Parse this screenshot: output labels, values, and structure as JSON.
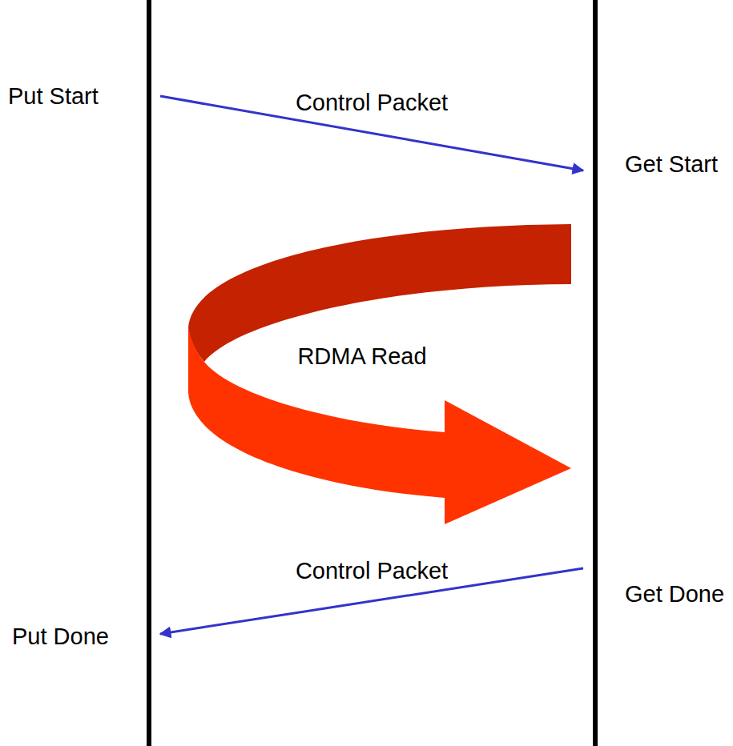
{
  "diagram": {
    "nodes": [
      {
        "text": [
          "Put Start"
        ]
      },
      {
        "text": [
          "Get Start"
        ]
      },
      {
        "text": [
          "Get Done"
        ]
      },
      {
        "text": [
          "Put Done"
        ]
      }
    ],
    "edges": [
      {
        "from": 0,
        "to": 1,
        "label": "Control Packet",
        "arrow": "to"
      },
      {
        "from": 2,
        "to": 3,
        "label": "Control Packet",
        "arrow": "to"
      }
    ],
    "labels": [
      "RDMA Read"
    ]
  }
}
